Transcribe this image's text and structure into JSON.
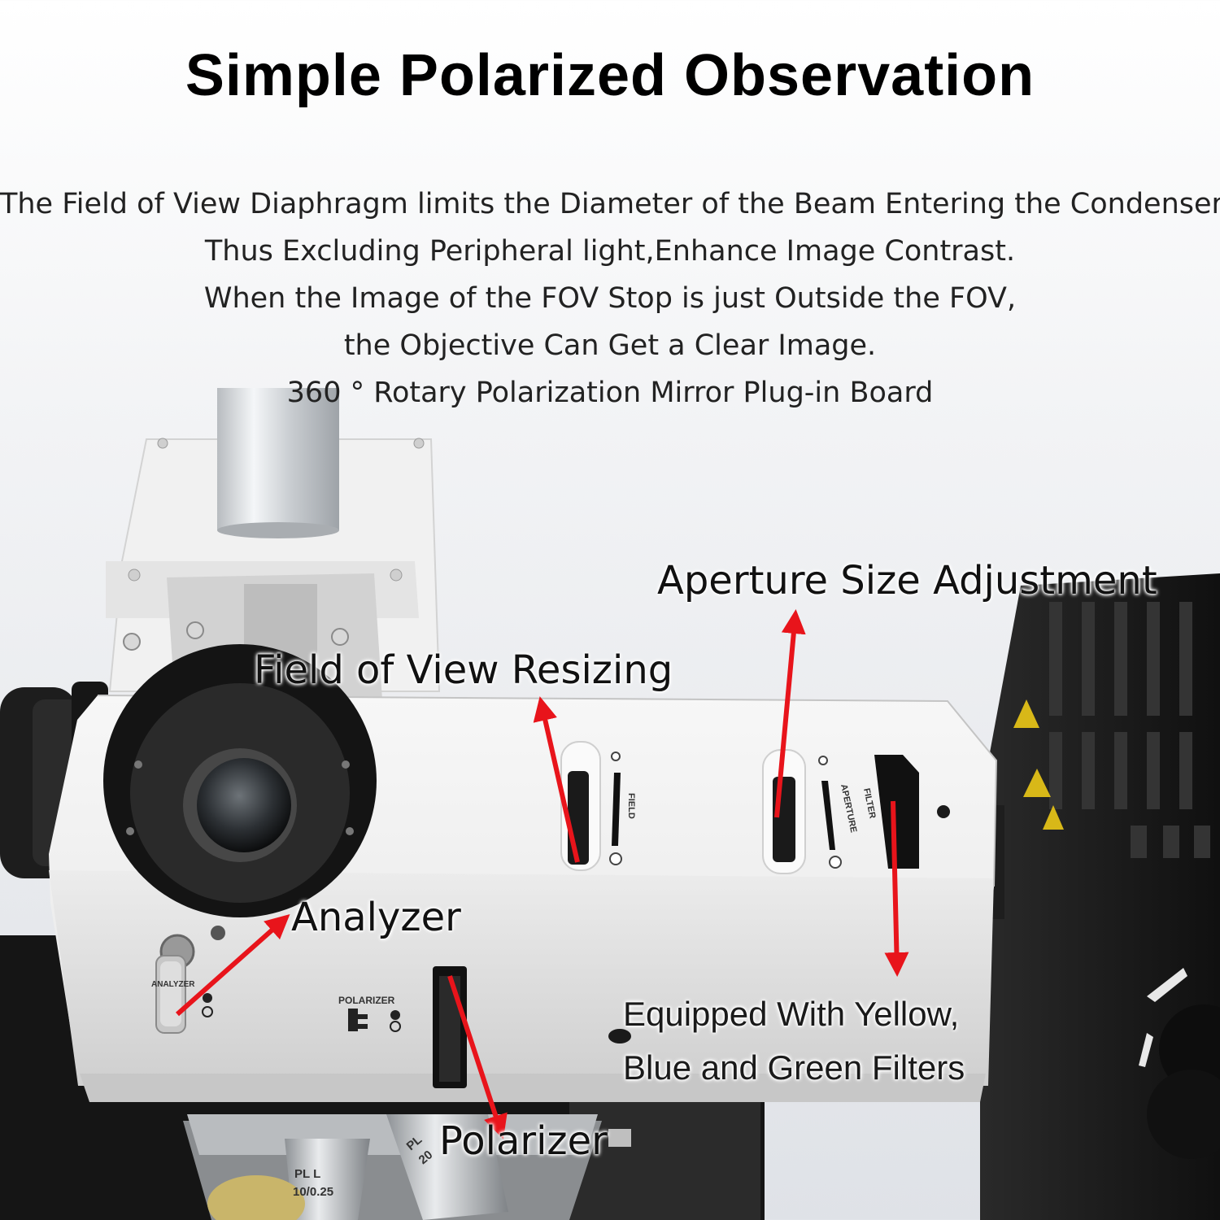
{
  "title": "Simple Polarized Observation",
  "description": [
    "The Field of View Diaphragm limits the Diameter of the Beam Entering the Condenser,",
    "Thus Excluding Peripheral light,Enhance Image Contrast.",
    "When the Image of the FOV Stop is just Outside the FOV,",
    "the Objective Can Get a Clear Image.",
    "360 ° Rotary Polarization Mirror Plug-in Board"
  ],
  "callouts": {
    "aperture": "Aperture Size Adjustment",
    "field_of_view": "Field of View Resizing",
    "analyzer": "Analyzer",
    "polarizer": "Polarizer",
    "filters_line1": "Equipped With Yellow,",
    "filters_line2": "Blue and Green Filters"
  },
  "engravings": {
    "field": "FIELD",
    "aperture": "APERTURE",
    "filter": "FILTER",
    "polarizer": "POLARIZER",
    "analyzer": "ANALYZER",
    "objective_1": "PL L",
    "objective_1_spec": "10/0.25",
    "objective_2": "PL",
    "objective_2_spec": "20"
  },
  "colors": {
    "arrow": "#e8141b",
    "body": "#eeeeee",
    "lamp": "#1b1b1b"
  }
}
